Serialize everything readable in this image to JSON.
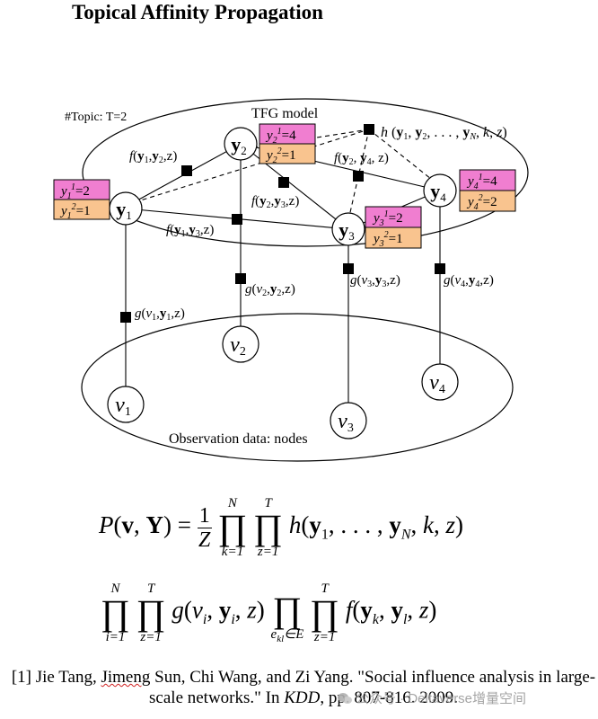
{
  "title": "Topical Affinity Propagation",
  "diagram": {
    "topic_label": "#Topic: T=2",
    "model_label": "TFG model",
    "observation_label": "Observation data: nodes",
    "hidden_nodes": [
      "y1",
      "y2",
      "y3",
      "y4"
    ],
    "observed_nodes": [
      "v1",
      "v2",
      "v3",
      "v4"
    ],
    "labels": {
      "y1": [
        "y1¹=2",
        "y1²=1"
      ],
      "y2": [
        "y2¹=4",
        "y2²=1"
      ],
      "y3": [
        "y3¹=2",
        "y3²=1"
      ],
      "y4": [
        "y4¹=4",
        "y4²=2"
      ]
    },
    "factors": {
      "f_y1_y2": "f(y1,y2,z)",
      "f_y1_y3": "f(y1,y3,z)",
      "f_y2_y3": "f(y2,y3,z)",
      "f_y2_y4": "f(y2,y4,z)",
      "h": "h(y1, y2, …, yN, k, z)",
      "g1": "g(v1,y1,z)",
      "g2": "g(v2,y2,z)",
      "g3": "g(v3,y3,z)",
      "g4": "g(v4,y4,z)"
    },
    "colors": {
      "label_top": "#f07ed0",
      "label_bottom": "#f9c48f",
      "line": "#000000"
    }
  },
  "equation": {
    "lhs": "P(v, Y) =",
    "line1": "P(v,Y) = 1/Z ∏(k=1..N) ∏(z=1..T) h(y1, …, yN, k, z)",
    "line2": "∏(i=1..N) ∏(z=1..T) g(vi, yi, z) ∏(ekl∈E) ∏(z=1..T) f(yk, yl, z)"
  },
  "reference": {
    "text": "[1] Jie Tang, Jimeng Sun, Chi Wang, and Zi Yang. \"Social influence analysis in large-scale networks.\" In KDD, pp. 807-816. 2009."
  },
  "watermark": {
    "text": "公众号 · Deltaverse增量空间"
  }
}
